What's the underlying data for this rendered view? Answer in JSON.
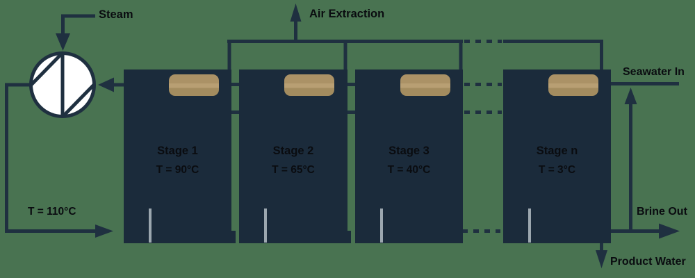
{
  "labels": {
    "steam": "Steam",
    "air_extraction": "Air Extraction",
    "seawater_in": "Seawater In",
    "brine_out": "Brine Out",
    "product_water": "Product Water",
    "heater_outlet_temp": "T = 110°C"
  },
  "stages": [
    {
      "name": "Stage 1",
      "temp": "T = 90°C"
    },
    {
      "name": "Stage 2",
      "temp": "T = 65°C"
    },
    {
      "name": "Stage 3",
      "temp": "T = 40°C"
    },
    {
      "name": "Stage n",
      "temp": "T = 3°C"
    }
  ],
  "colors": {
    "background": "#497351",
    "vessel": "#1B2B3B",
    "line": "#1F3040",
    "tan_main": "#AB9266",
    "tan_highlight": "#B89F73",
    "tan_shadow": "#A38C5F",
    "weir_gray": "#9CA7AF",
    "label_text": "#0A0C10",
    "heater_fill": "#FFFFFF"
  }
}
